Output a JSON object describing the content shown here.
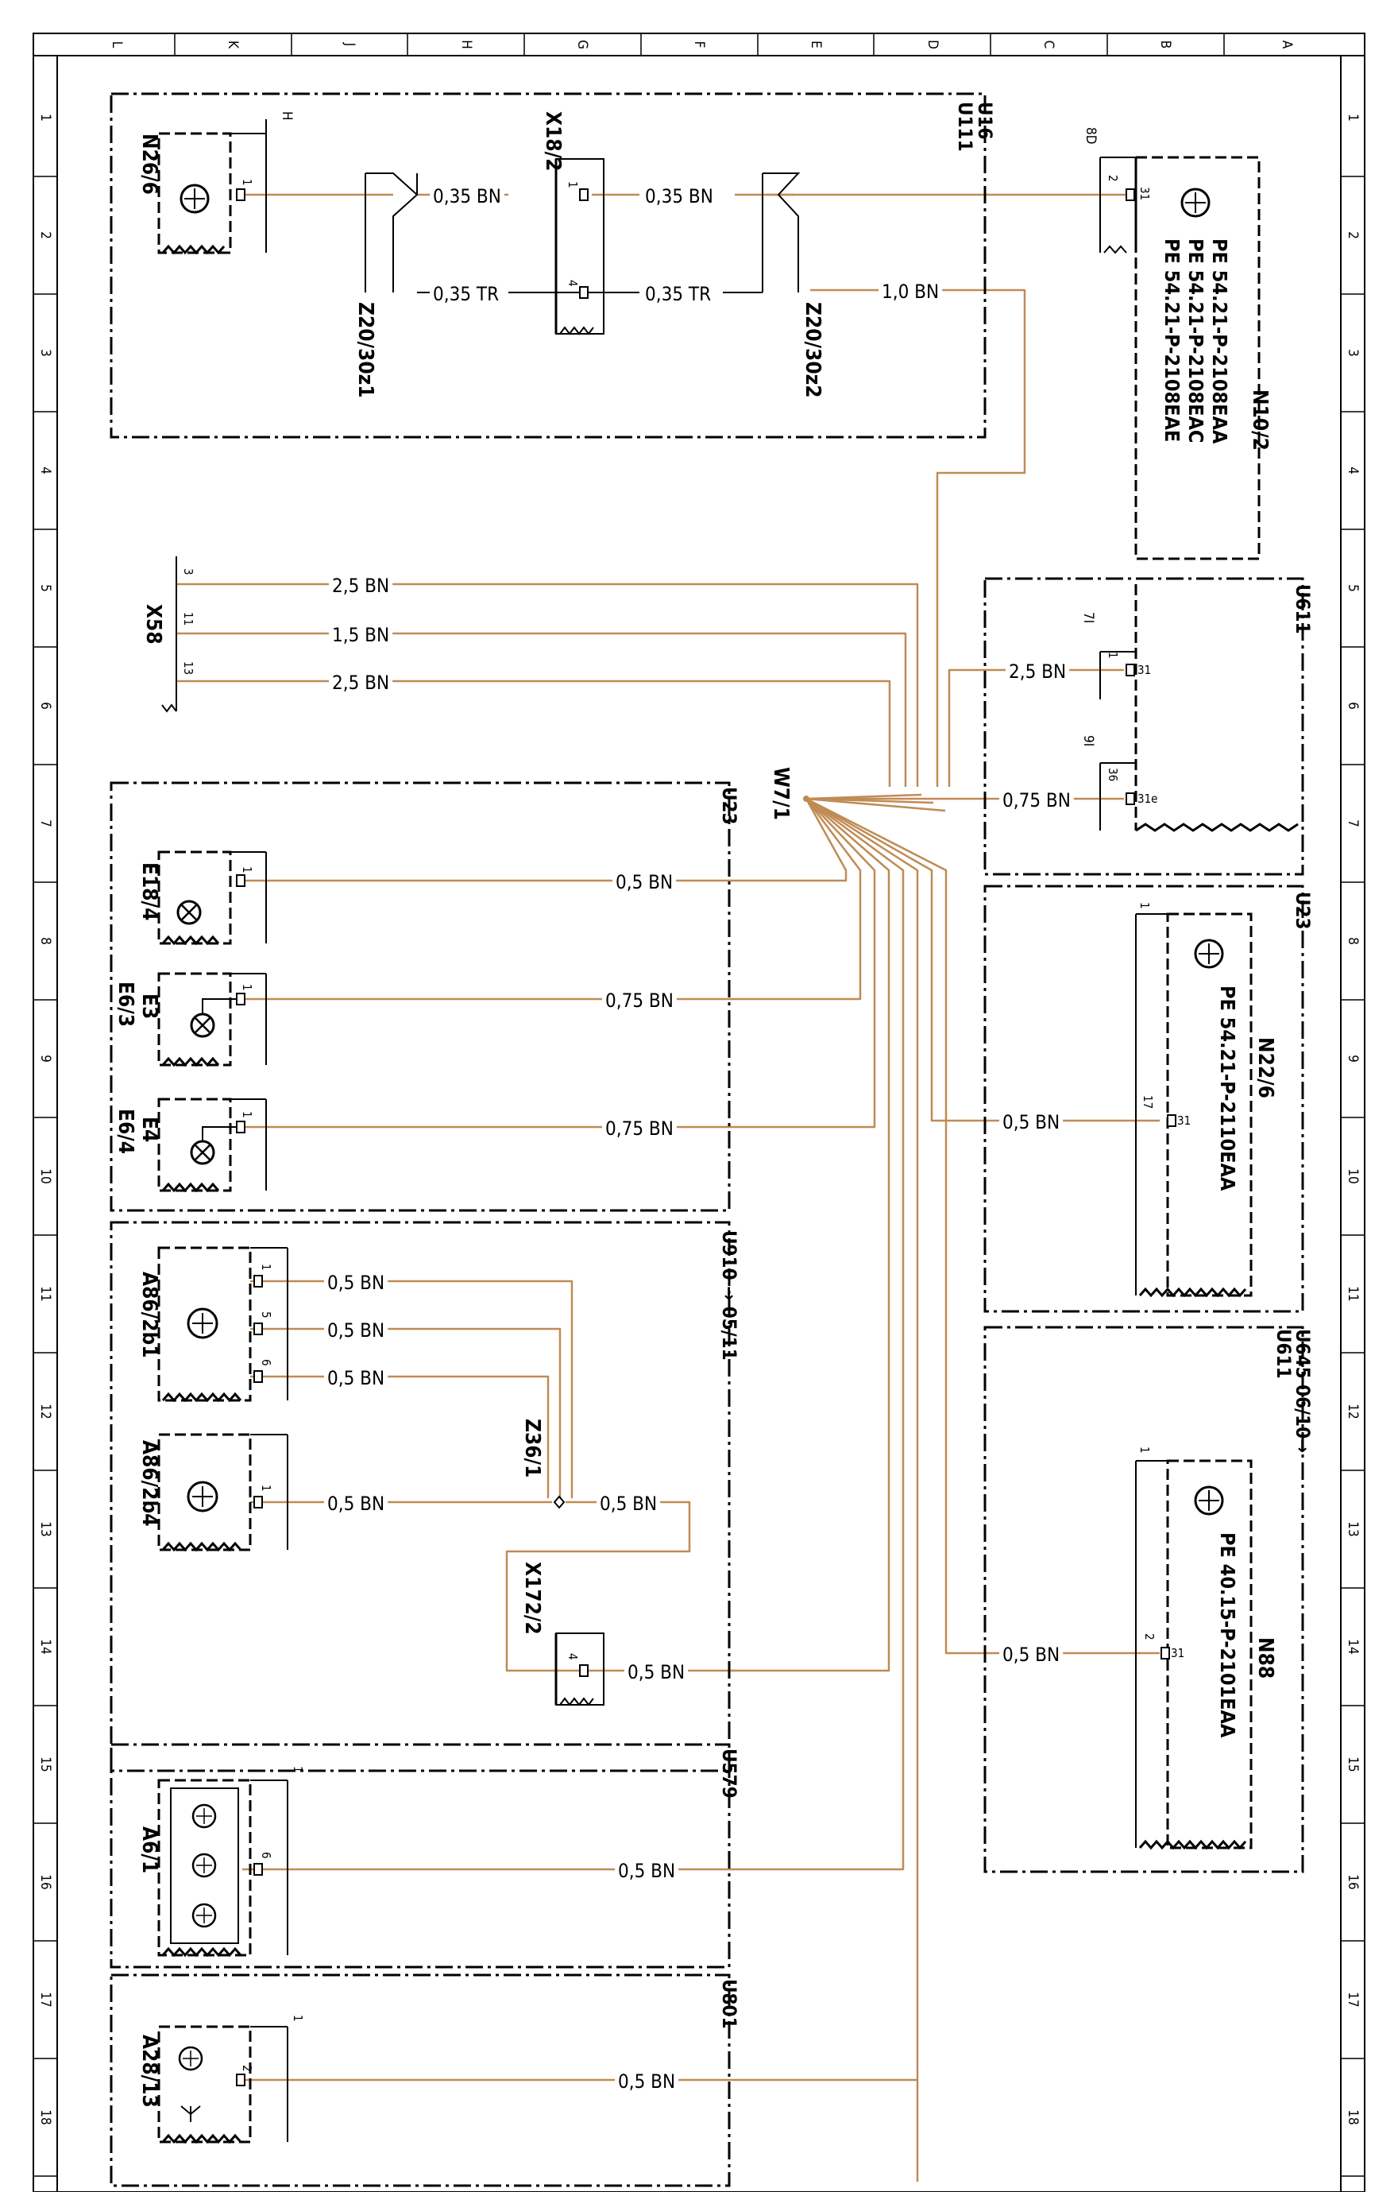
{
  "frame": {
    "col_letters": [
      "L",
      "K",
      "J",
      "H",
      "G",
      "F",
      "E",
      "D",
      "C",
      "B",
      "A"
    ],
    "row_numbers": [
      "1",
      "2",
      "3",
      "4",
      "5",
      "6",
      "7",
      "8",
      "9",
      "10",
      "11",
      "12",
      "13",
      "14",
      "15",
      "16",
      "17",
      "18"
    ]
  },
  "colors": {
    "wire": "#c08b55",
    "line": "#000000",
    "background": "#ffffff"
  },
  "groups": {
    "u16": "U16",
    "u111": "U111",
    "u611_a": "U611",
    "u23_left": "U23",
    "u23_right": "U23",
    "u910": "U910 → 05/11",
    "u645": "U645  06/10→",
    "u611_b": "U611",
    "u579": "U579",
    "u801": "U801"
  },
  "components": {
    "n26_6": "N26/6",
    "n26_6_pin": "1",
    "n26_6_ref": "H",
    "x18_2": "X18/2",
    "x18_2_pin_a": "1",
    "x18_2_pin_b": "4",
    "z20_30z1": "Z20/30z1",
    "z20_30z2": "Z20/30z2",
    "n10_2": "N10/2",
    "n10_2_pin": "2",
    "n10_2_term": "31",
    "n10_2_ref": "8D",
    "n10_2_pe": [
      "PE  54.21-P-2108EAA",
      "PE  54.21-P-2108EAC",
      "PE  54.21-P-2108EAE"
    ],
    "x58": "X58",
    "x58_pins": [
      "3",
      "11",
      "13"
    ],
    "w7_1": "W7/1",
    "u611_pin_a": "1",
    "u611_term_a": "31",
    "u611_ref_a": "7I",
    "u611_pin_b": "36",
    "u611_term_b": "31e",
    "u611_ref_b": "9I",
    "e18_4": "E18/4",
    "e3": "E3",
    "e6_3": "E6/3",
    "e4": "E4",
    "e6_4": "E6/4",
    "n22_6": "N22/6",
    "n22_6_pe": "PE  54.21-P-2110EAA",
    "n22_6_pin": "17",
    "n22_6_term": "31",
    "a86_2b1": "A86/2b1",
    "a86_2b1_pins": [
      "1",
      "5",
      "6"
    ],
    "a86_2b4": "A86/2b4",
    "a86_2b4_pin": "1",
    "z36_1": "Z36/1",
    "x172_2": "X172/2",
    "x172_2_pin": "4",
    "n88": "N88",
    "n88_pe": "PE  40.15-P-2101EAA",
    "n88_pin": "2",
    "n88_term": "31",
    "a6_1": "A6/1",
    "a6_1_pin": "6",
    "a28_13": "A28/13",
    "a28_13_pin": "2",
    "pin_one": "1"
  },
  "wires": {
    "n26_to_z1": "0,35 BN",
    "z1_tr": "0,35 TR",
    "x18_to_z2_bn": "0,35 BN",
    "x18_to_z2_tr": "0,35 TR",
    "z2_out": "1,0 BN",
    "x58_3": "2,5 BN",
    "x58_11": "1,5 BN",
    "x58_13": "2,5 BN",
    "u611_31": "2,5 BN",
    "u611_31e": "0,75 BN",
    "e18_4": "0,5 BN",
    "e3": "0,75 BN",
    "e4": "0,75 BN",
    "n22_6": "0,5 BN",
    "a86_1": "0,5 BN",
    "a86_5": "0,5 BN",
    "a86_6": "0,5 BN",
    "a86_2b4": "0,5 BN",
    "z36_out": "0,5 BN",
    "x172": "0,5 BN",
    "n88": "0,5 BN",
    "a6_1": "0,5 BN",
    "a28_13": "0,5 BN"
  }
}
